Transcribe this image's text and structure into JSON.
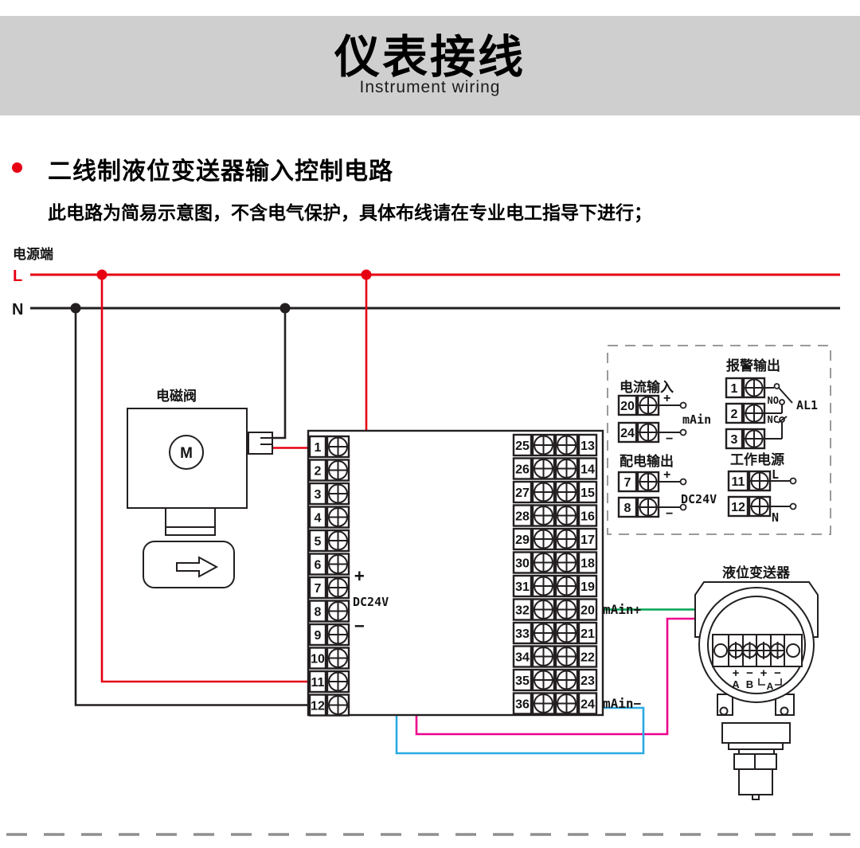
{
  "header": {
    "title": "仪表接线",
    "subtitle": "Instrument wiring"
  },
  "section": {
    "title": "二线制液位变送器输入控制电路",
    "note": "此电路为简易示意图，不含电气保护，具体布线请在专业电工指导下进行；"
  },
  "power_rails": {
    "label": "电源端",
    "live": "L",
    "neutral": "N"
  },
  "solenoid": {
    "label": "电磁阀",
    "motor": "M"
  },
  "instrument": {
    "left_terminals": [
      "1",
      "2",
      "3",
      "4",
      "5",
      "6",
      "7",
      "8",
      "9",
      "10",
      "11",
      "12"
    ],
    "mid_left_terminals": [
      "25",
      "26",
      "27",
      "28",
      "29",
      "30",
      "31",
      "32",
      "33",
      "34",
      "35",
      "36"
    ],
    "mid_right_terminals": [
      "13",
      "14",
      "15",
      "16",
      "17",
      "18",
      "19",
      "20",
      "21",
      "22",
      "23",
      "24"
    ],
    "dc24v_plus": "+",
    "dc24v_label": "DC24V",
    "dc24v_minus": "−",
    "main_plus_label": "mAin+",
    "main_minus_label": "mAin−"
  },
  "io_panel": {
    "current_input": {
      "title": "电流输入",
      "terminals": [
        "20",
        "24"
      ],
      "plus": "+",
      "minus": "−",
      "label": "mAin"
    },
    "alarm_output": {
      "title": "报警输出",
      "terminals": [
        "1",
        "2",
        "3"
      ],
      "no": "NO",
      "nc": "NC",
      "name": "AL1"
    },
    "power_output": {
      "title": "配电输出",
      "terminals": [
        "7",
        "8"
      ],
      "plus": "+",
      "minus": "−",
      "label": "DC24V"
    },
    "work_power": {
      "title": "工作电源",
      "terminals": [
        "11",
        "12"
      ],
      "live": "L",
      "neutral": "N"
    }
  },
  "transmitter": {
    "label": "液位变送器",
    "polarity": [
      "+",
      "−",
      "+",
      "−"
    ],
    "channels": [
      "A",
      "B",
      "A"
    ]
  },
  "colors": {
    "banner": "#d0cfd0",
    "red": "#e60012",
    "magenta": "#ec008c",
    "cyan": "#29abe2",
    "green": "#00a651",
    "line": "#231f20",
    "dash": "#8f8f8f"
  }
}
